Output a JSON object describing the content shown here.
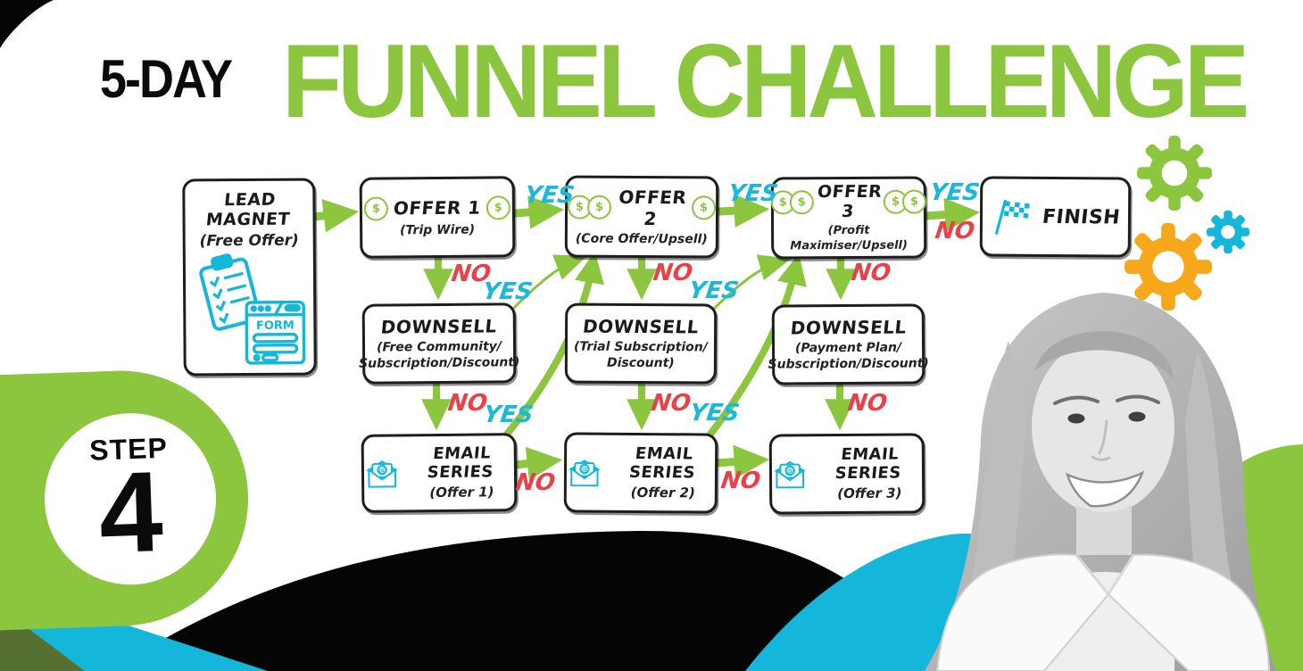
{
  "title": {
    "prefix": "5-DAY",
    "main": "FUNNEL CHALLENGE"
  },
  "badge": {
    "label": "STEP",
    "number": "4"
  },
  "labels": {
    "yes": "YES",
    "no": "NO"
  },
  "icons": {
    "dollar": "$",
    "at": "@",
    "form": "FORM"
  },
  "colors": {
    "green": "#8CC63F",
    "cyan": "#1CB8D9",
    "red": "#E94049",
    "yellow": "#F6A81C",
    "black": "#000000",
    "dark_olive": "#6d8a3a"
  },
  "nodes": {
    "lead": {
      "title": "LEAD MAGNET",
      "sub": "(Free Offer)"
    },
    "offer1": {
      "title": "OFFER 1",
      "sub": "(Trip Wire)"
    },
    "offer2": {
      "title": "OFFER 2",
      "sub": "(Core Offer/Upsell)"
    },
    "offer3": {
      "title": "OFFER 3",
      "sub": "(Profit Maximiser/Upsell)"
    },
    "finish": {
      "title": "FINISH"
    },
    "downsell1": {
      "title": "DOWNSELL",
      "sub1": "(Free Community/",
      "sub2": "Subscription/Discount)"
    },
    "downsell2": {
      "title": "DOWNSELL",
      "sub1": "(Trial Subscription/",
      "sub2": "Discount)"
    },
    "downsell3": {
      "title": "DOWNSELL",
      "sub1": "(Payment Plan/",
      "sub2": "Subscription/Discount)"
    },
    "email1": {
      "title": "EMAIL SERIES",
      "sub": "(Offer 1)"
    },
    "email2": {
      "title": "EMAIL SERIES",
      "sub": "(Offer 2)"
    },
    "email3": {
      "title": "EMAIL SERIES",
      "sub": "(Offer 3)"
    }
  }
}
